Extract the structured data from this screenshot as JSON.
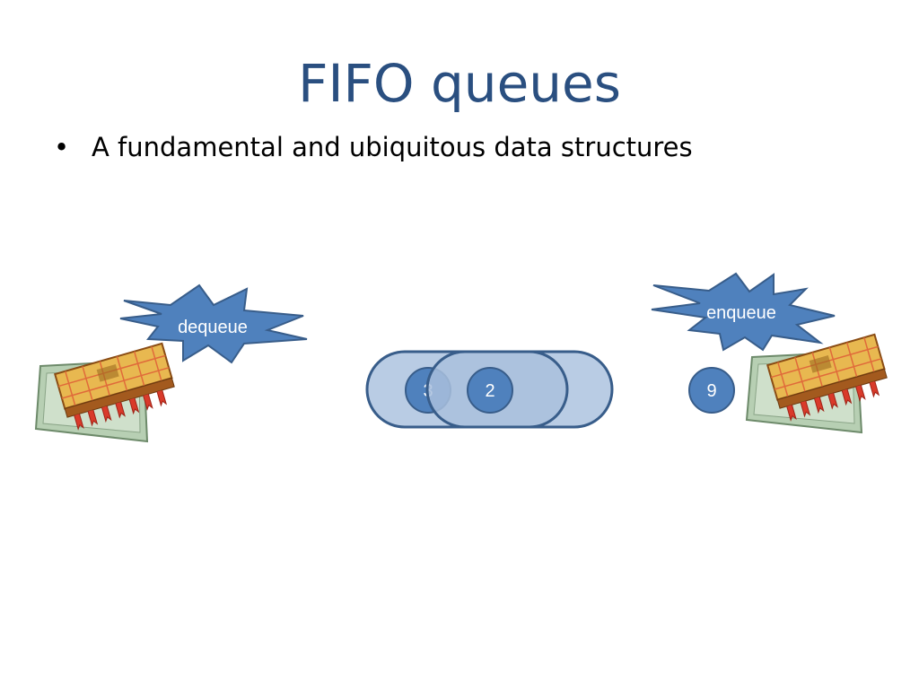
{
  "slide": {
    "title": "FIFO queues",
    "bullets": [
      {
        "marker": "•",
        "text": "A fundamental and ubiquitous data structures"
      }
    ]
  },
  "diagram": {
    "left_burst_label": "dequeue",
    "right_burst_label": "enqueue",
    "queue_items": [
      "3",
      "2"
    ],
    "incoming_item": "9",
    "colors": {
      "title": "#2a4f80",
      "burst_fill": "#4f81bd",
      "node_fill": "#4f81bd",
      "queue_fill": "#b9cce4",
      "outline": "#385d8a"
    }
  }
}
